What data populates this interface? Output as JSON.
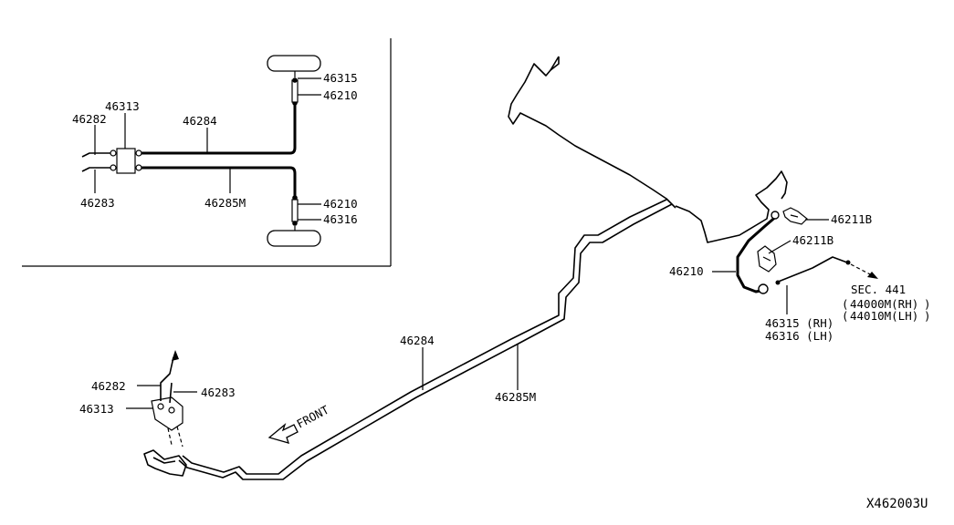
{
  "labels": {
    "inset_46282": "46282",
    "inset_46313": "46313",
    "inset_46284": "46284",
    "inset_46283": "46283",
    "inset_46285m": "46285M",
    "inset_46315": "46315",
    "inset_46210_top": "46210",
    "inset_46210_bottom": "46210",
    "inset_46316": "46316",
    "main_46284": "46284",
    "main_46285m": "46285M",
    "main_46211b_top": "46211B",
    "main_46211b_bottom": "46211B",
    "main_46210": "46210",
    "sec_441": "SEC. 441",
    "ref_44000m": "44000M(RH)",
    "ref_44010m": "44010M(LH)",
    "main_46315_rh": "46315 (RH)",
    "main_46316_lh": "46316 (LH)",
    "main_46282": "46282",
    "main_46283": "46283",
    "main_46313": "46313",
    "front": "FRONT",
    "drawing_number": "X462003U"
  }
}
